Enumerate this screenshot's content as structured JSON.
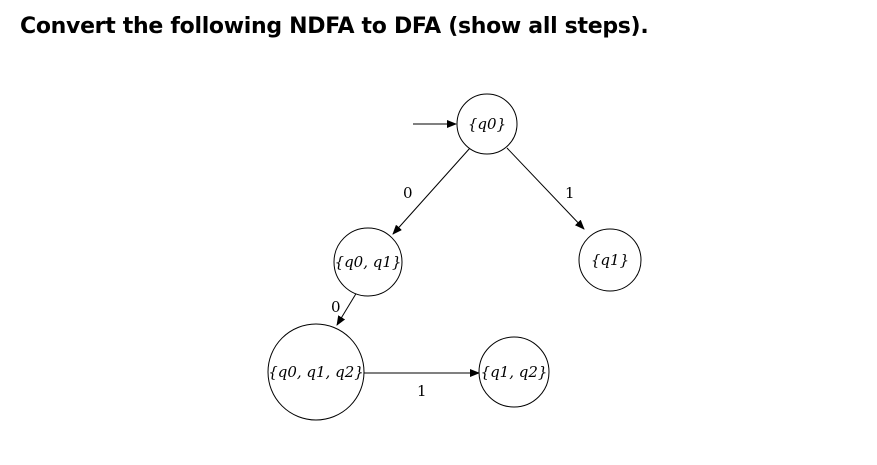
{
  "question": {
    "text": "Convert the following NDFA to DFA (show all steps)."
  },
  "diagram": {
    "states": [
      {
        "id": "q0",
        "label": "{q0}",
        "start": true
      },
      {
        "id": "q0q1",
        "label": "{q0, q1}"
      },
      {
        "id": "q1",
        "label": "{q1}"
      },
      {
        "id": "q0q1q2",
        "label": "{q0, q1, q2}"
      },
      {
        "id": "q1q2",
        "label": "{q1, q2}"
      }
    ],
    "transitions": [
      {
        "from": "q0",
        "to": "q0q1",
        "symbol": "0"
      },
      {
        "from": "q0",
        "to": "q1",
        "symbol": "1"
      },
      {
        "from": "q0q1",
        "to": "q0q1q2",
        "symbol": "0"
      },
      {
        "from": "q0q1q2",
        "to": "q1q2",
        "symbol": "1"
      }
    ]
  }
}
